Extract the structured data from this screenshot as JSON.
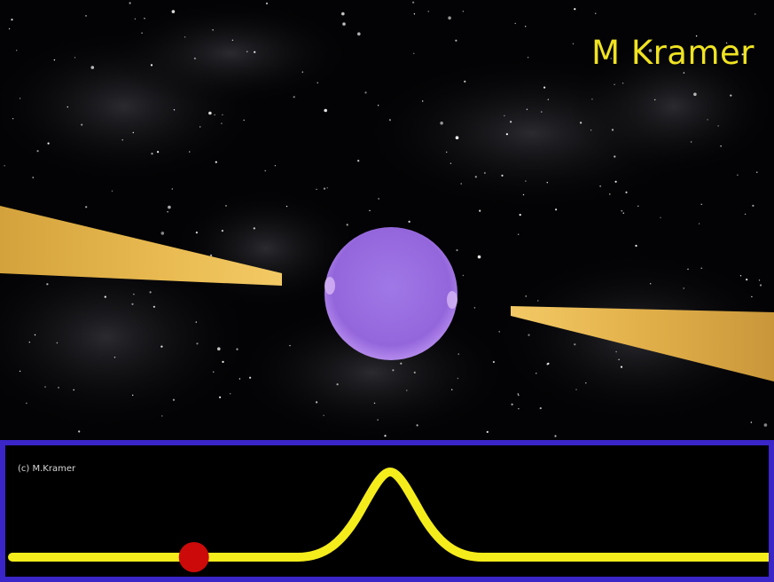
{
  "credits": {
    "main": "M Kramer",
    "small": "(c) M.Kramer"
  },
  "colors": {
    "background": "#000000",
    "star": "#ffffff",
    "beam": "#e8b84a",
    "neutron_star": "#9a6fe0",
    "panel_border": "#3a25c8",
    "pulse_trace": "#f5ec1c",
    "phase_marker": "#cc0a0a"
  },
  "pulse_profile": {
    "phase_marker_position": 0.24
  }
}
